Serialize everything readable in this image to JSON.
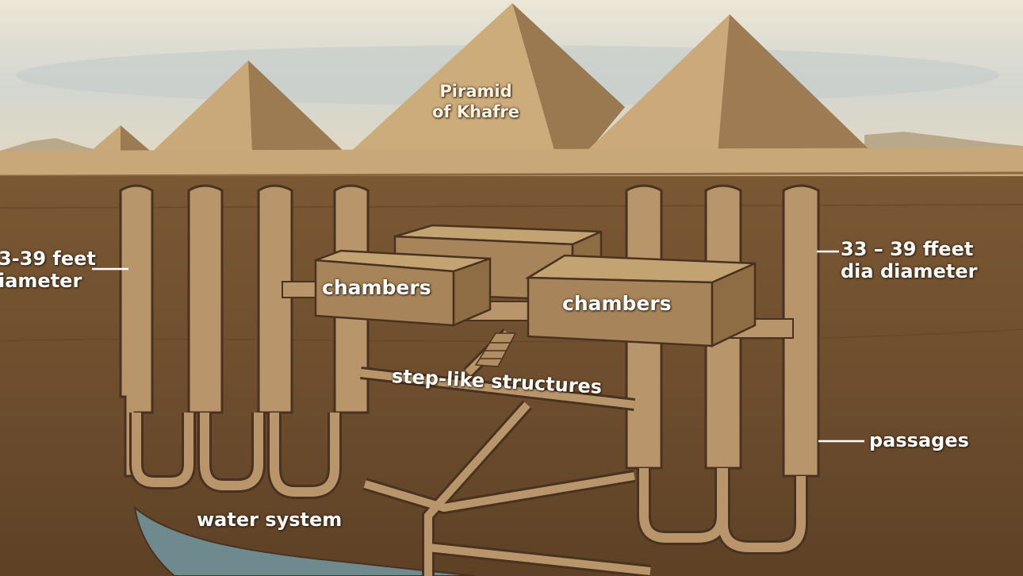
{
  "labels": {
    "diameter_left_line1": "3-39 feet",
    "diameter_left_line2": "iameter",
    "diameter_right_line1": "33 – 39 ffeet",
    "diameter_right_line2": "dia diameter",
    "pyramid_line1": "Piramid",
    "pyramid_line2": "of Khafre",
    "chambers_left": "chambers",
    "chambers_right": "chambers",
    "step_structures": "step-like structures",
    "passages": "passages",
    "water_system": "water system"
  },
  "colors": {
    "sky_top": "#ece6d6",
    "sky_haze": "#c9d0cf",
    "pyramid_light": "#c9a87a",
    "pyramid_shadow": "#9c7a52",
    "ground_surface": "#c8a878",
    "earth": "#6e4e2e",
    "earth_dark": "#5a3f25",
    "shaft_fill": "#b8956a",
    "shaft_outline": "#4a3220",
    "chamber_top": "#c4a373",
    "chamber_front": "#a8845a",
    "water": "#6f8a8e",
    "label_text": "#ffffff"
  }
}
